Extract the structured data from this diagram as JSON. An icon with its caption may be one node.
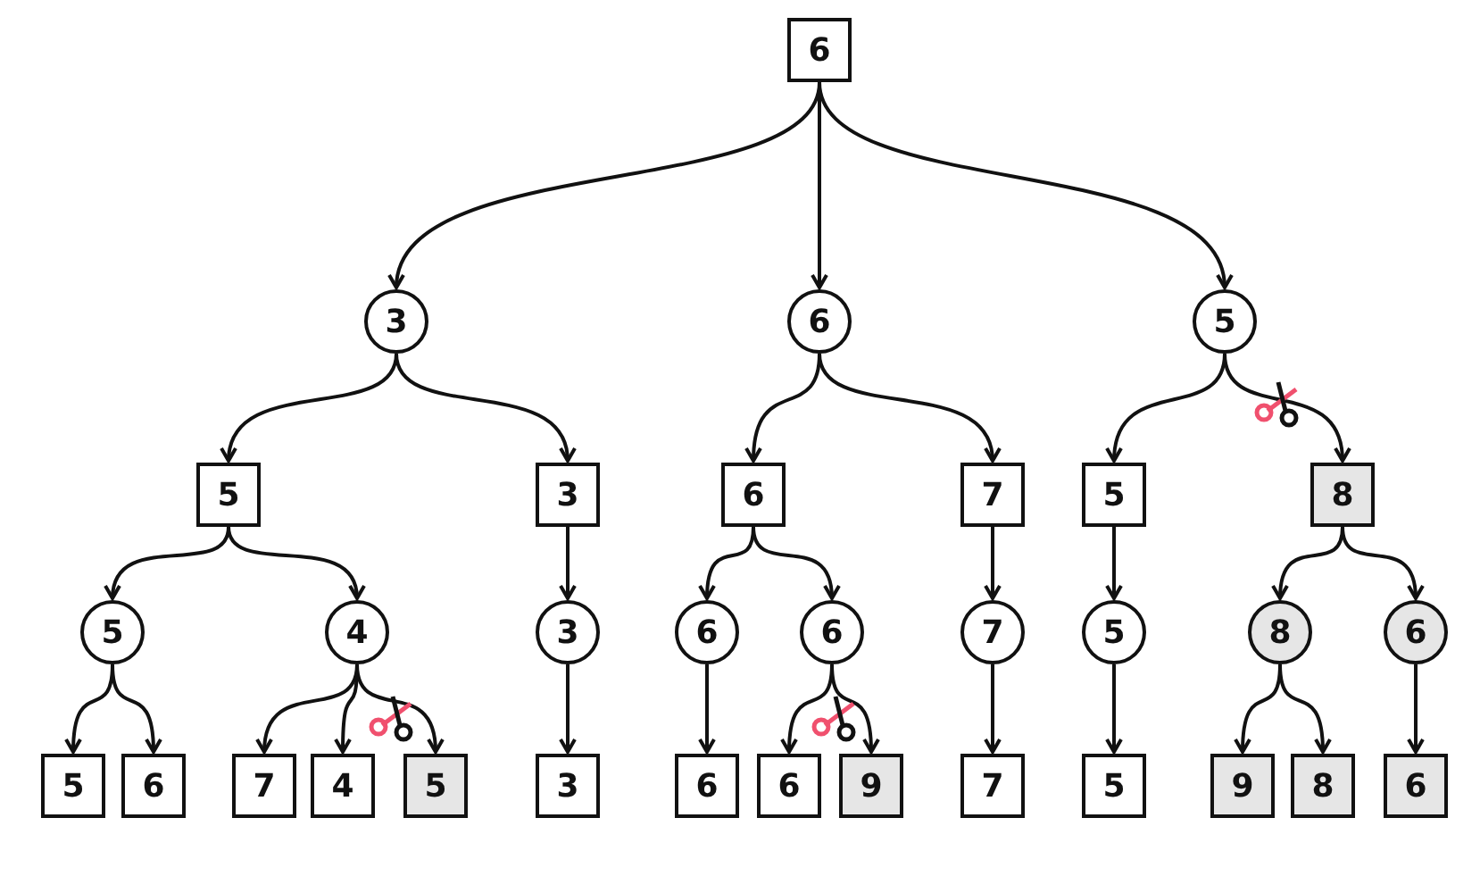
{
  "diagram": {
    "nodes": [
      {
        "text": [
          "6"
        ]
      },
      {
        "text": [
          "3"
        ]
      },
      {
        "text": [
          "6"
        ]
      },
      {
        "text": [
          "5"
        ]
      },
      {
        "text": [
          "5"
        ]
      },
      {
        "text": [
          "3"
        ]
      },
      {
        "text": [
          "6"
        ]
      },
      {
        "text": [
          "7"
        ]
      },
      {
        "text": [
          "5"
        ]
      },
      {
        "text": [
          "8"
        ]
      },
      {
        "text": [
          "5"
        ]
      },
      {
        "text": [
          "4"
        ]
      },
      {
        "text": [
          "3"
        ]
      },
      {
        "text": [
          "6"
        ]
      },
      {
        "text": [
          "6"
        ]
      },
      {
        "text": [
          "7"
        ]
      },
      {
        "text": [
          "5"
        ]
      },
      {
        "text": [
          "8"
        ]
      },
      {
        "text": [
          "6"
        ]
      },
      {
        "text": [
          "5"
        ]
      },
      {
        "text": [
          "6"
        ]
      },
      {
        "text": [
          "7"
        ]
      },
      {
        "text": [
          "4"
        ]
      },
      {
        "text": [
          "5"
        ]
      },
      {
        "text": [
          "3"
        ]
      },
      {
        "text": [
          "6"
        ]
      },
      {
        "text": [
          "6"
        ]
      },
      {
        "text": [
          "9"
        ]
      },
      {
        "text": [
          "7"
        ]
      },
      {
        "text": [
          "5"
        ]
      },
      {
        "text": [
          "9"
        ]
      },
      {
        "text": [
          "8"
        ]
      },
      {
        "text": [
          "6"
        ]
      }
    ],
    "edges": [
      {
        "from": 0,
        "to": 1,
        "arrow": "to"
      },
      {
        "from": 0,
        "to": 2,
        "arrow": "to"
      },
      {
        "from": 0,
        "to": 3,
        "arrow": "to"
      },
      {
        "from": 1,
        "to": 4,
        "arrow": "to"
      },
      {
        "from": 1,
        "to": 5,
        "arrow": "to"
      },
      {
        "from": 2,
        "to": 6,
        "arrow": "to"
      },
      {
        "from": 2,
        "to": 7,
        "arrow": "to"
      },
      {
        "from": 3,
        "to": 8,
        "arrow": "to"
      },
      {
        "from": 3,
        "to": 9,
        "arrow": "to"
      },
      {
        "from": 4,
        "to": 10,
        "arrow": "to"
      },
      {
        "from": 4,
        "to": 11,
        "arrow": "to"
      },
      {
        "from": 5,
        "to": 12,
        "arrow": "to"
      },
      {
        "from": 6,
        "to": 13,
        "arrow": "to"
      },
      {
        "from": 6,
        "to": 14,
        "arrow": "to"
      },
      {
        "from": 7,
        "to": 15,
        "arrow": "to"
      },
      {
        "from": 8,
        "to": 16,
        "arrow": "to"
      },
      {
        "from": 9,
        "to": 17,
        "arrow": "to"
      },
      {
        "from": 9,
        "to": 18,
        "arrow": "to"
      },
      {
        "from": 10,
        "to": 19,
        "arrow": "to"
      },
      {
        "from": 10,
        "to": 20,
        "arrow": "to"
      },
      {
        "from": 11,
        "to": 21,
        "arrow": "to"
      },
      {
        "from": 11,
        "to": 22,
        "arrow": "to"
      },
      {
        "from": 11,
        "to": 23,
        "arrow": "to"
      },
      {
        "from": 12,
        "to": 24,
        "arrow": "to"
      },
      {
        "from": 13,
        "to": 25,
        "arrow": "to"
      },
      {
        "from": 14,
        "to": 26,
        "arrow": "to"
      },
      {
        "from": 14,
        "to": 27,
        "arrow": "to"
      },
      {
        "from": 15,
        "to": 28,
        "arrow": "to"
      },
      {
        "from": 16,
        "to": 29,
        "arrow": "to"
      },
      {
        "from": 17,
        "to": 30,
        "arrow": "to"
      },
      {
        "from": 17,
        "to": 31,
        "arrow": "to"
      },
      {
        "from": 18,
        "to": 32,
        "arrow": "to"
      }
    ]
  }
}
